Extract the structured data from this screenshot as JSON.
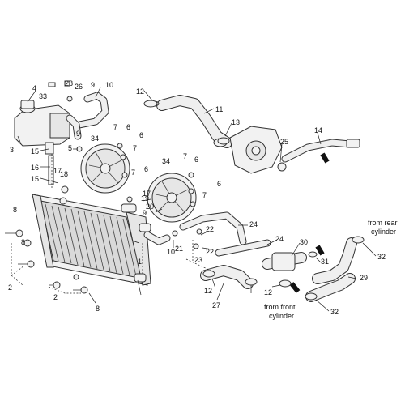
{
  "callouts": [
    {
      "id": "c1",
      "text": "1"
    },
    {
      "id": "c2a",
      "text": "2"
    },
    {
      "id": "c2b",
      "text": "2"
    },
    {
      "id": "c3",
      "text": "3"
    },
    {
      "id": "c4",
      "text": "4"
    },
    {
      "id": "c5",
      "text": "5"
    },
    {
      "id": "c6a",
      "text": "6"
    },
    {
      "id": "c6b",
      "text": "6"
    },
    {
      "id": "c6c",
      "text": "6"
    },
    {
      "id": "c6d",
      "text": "6"
    },
    {
      "id": "c6e",
      "text": "6"
    },
    {
      "id": "c7a",
      "text": "7"
    },
    {
      "id": "c7b",
      "text": "7"
    },
    {
      "id": "c7c",
      "text": "7"
    },
    {
      "id": "c7d",
      "text": "7"
    },
    {
      "id": "c7e",
      "text": "7"
    },
    {
      "id": "c8a",
      "text": "8"
    },
    {
      "id": "c8b",
      "text": "8"
    },
    {
      "id": "c8c",
      "text": "8"
    },
    {
      "id": "c9a",
      "text": "9"
    },
    {
      "id": "c9b",
      "text": "9"
    },
    {
      "id": "c9c",
      "text": "9"
    },
    {
      "id": "c10a",
      "text": "10"
    },
    {
      "id": "c10b",
      "text": "10"
    },
    {
      "id": "c11",
      "text": "11"
    },
    {
      "id": "c12a",
      "text": "12"
    },
    {
      "id": "c12b",
      "text": "12"
    },
    {
      "id": "c12c",
      "text": "12"
    },
    {
      "id": "c13",
      "text": "13"
    },
    {
      "id": "c14",
      "text": "14"
    },
    {
      "id": "c15a",
      "text": "15"
    },
    {
      "id": "c15b",
      "text": "15"
    },
    {
      "id": "c16",
      "text": "16"
    },
    {
      "id": "c17a",
      "text": "17"
    },
    {
      "id": "c17b",
      "text": "17"
    },
    {
      "id": "c18",
      "text": "18"
    },
    {
      "id": "c19",
      "text": "19"
    },
    {
      "id": "c20",
      "text": "20"
    },
    {
      "id": "c21",
      "text": "21"
    },
    {
      "id": "c22a",
      "text": "22"
    },
    {
      "id": "c22b",
      "text": "22"
    },
    {
      "id": "c23",
      "text": "23"
    },
    {
      "id": "c24a",
      "text": "24"
    },
    {
      "id": "c24b",
      "text": "24"
    },
    {
      "id": "c25",
      "text": "25"
    },
    {
      "id": "c26",
      "text": "26"
    },
    {
      "id": "c27",
      "text": "27"
    },
    {
      "id": "c28",
      "text": "28"
    },
    {
      "id": "c29",
      "text": "29"
    },
    {
      "id": "c30",
      "text": "30"
    },
    {
      "id": "c31",
      "text": "31"
    },
    {
      "id": "c32a",
      "text": "32"
    },
    {
      "id": "c32b",
      "text": "32"
    },
    {
      "id": "c33",
      "text": "33"
    },
    {
      "id": "c34a",
      "text": "34"
    },
    {
      "id": "c34b",
      "text": "34"
    }
  ],
  "notes": {
    "rear_line1": "from rear",
    "rear_line2": "cylinder",
    "front_line1": "from front",
    "front_line2": "cylinder"
  }
}
